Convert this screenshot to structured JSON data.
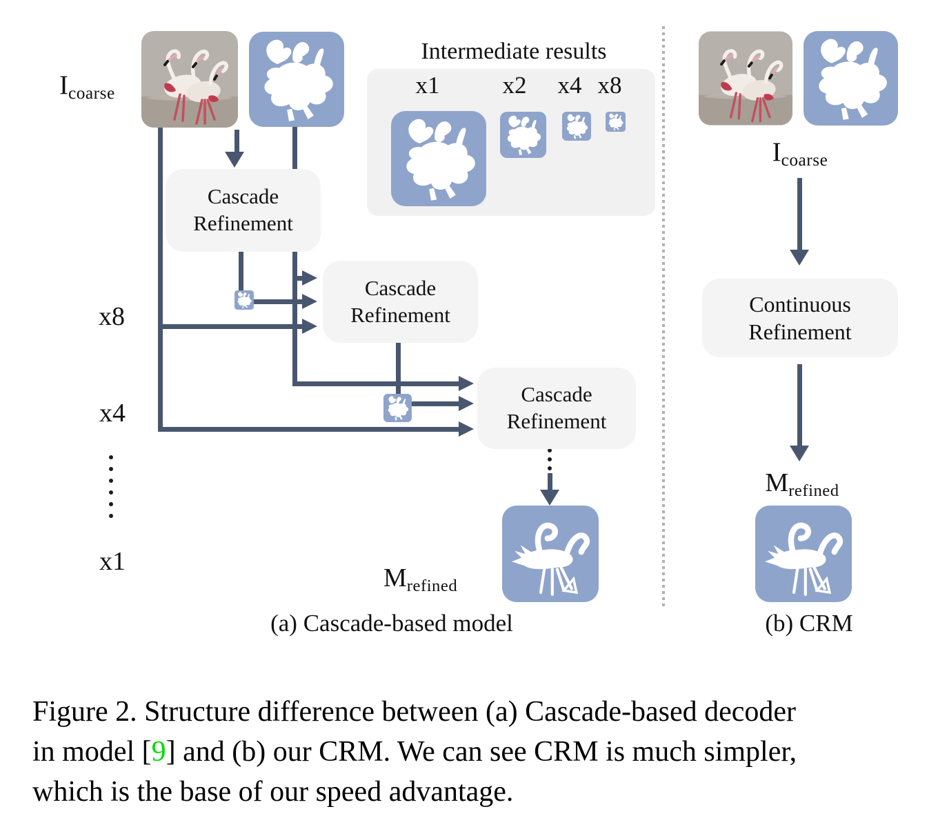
{
  "colors": {
    "mask_blue": "#8fa4cb",
    "flow_line": "#48576f",
    "box_bg": "#f4f4f4",
    "panel_bg": "#f1f1f1",
    "divider_gray": "#b3b0b0",
    "citation_green": "#00dc00"
  },
  "panel_a": {
    "input_label": {
      "base": "I",
      "sub": "coarse"
    },
    "cascade_box": {
      "line1": "Cascade",
      "line2": "Refinement"
    },
    "intermediate": {
      "title": "Intermediate results",
      "scale_labels": [
        "x1",
        "x2",
        "x4",
        "x8"
      ]
    },
    "side_scale_labels": [
      "x8",
      "x4",
      "x1"
    ],
    "output_label": {
      "base": "M",
      "sub": "refined"
    },
    "caption": "(a) Cascade-based model"
  },
  "panel_b": {
    "input_label": {
      "base": "I",
      "sub": "coarse"
    },
    "box": {
      "line1": "Continuous",
      "line2": "Refinement"
    },
    "output_label": {
      "base": "M",
      "sub": "refined"
    },
    "caption": "(b) CRM"
  },
  "figure_caption": {
    "line1": "Figure 2. Structure difference between (a) Cascade-based decoder",
    "line2_prefix": "in model [",
    "line2_citation": "9",
    "line2_suffix": "] and (b) our CRM. We can see CRM is much simpler,",
    "line3": "which is the base of our speed advantage."
  }
}
